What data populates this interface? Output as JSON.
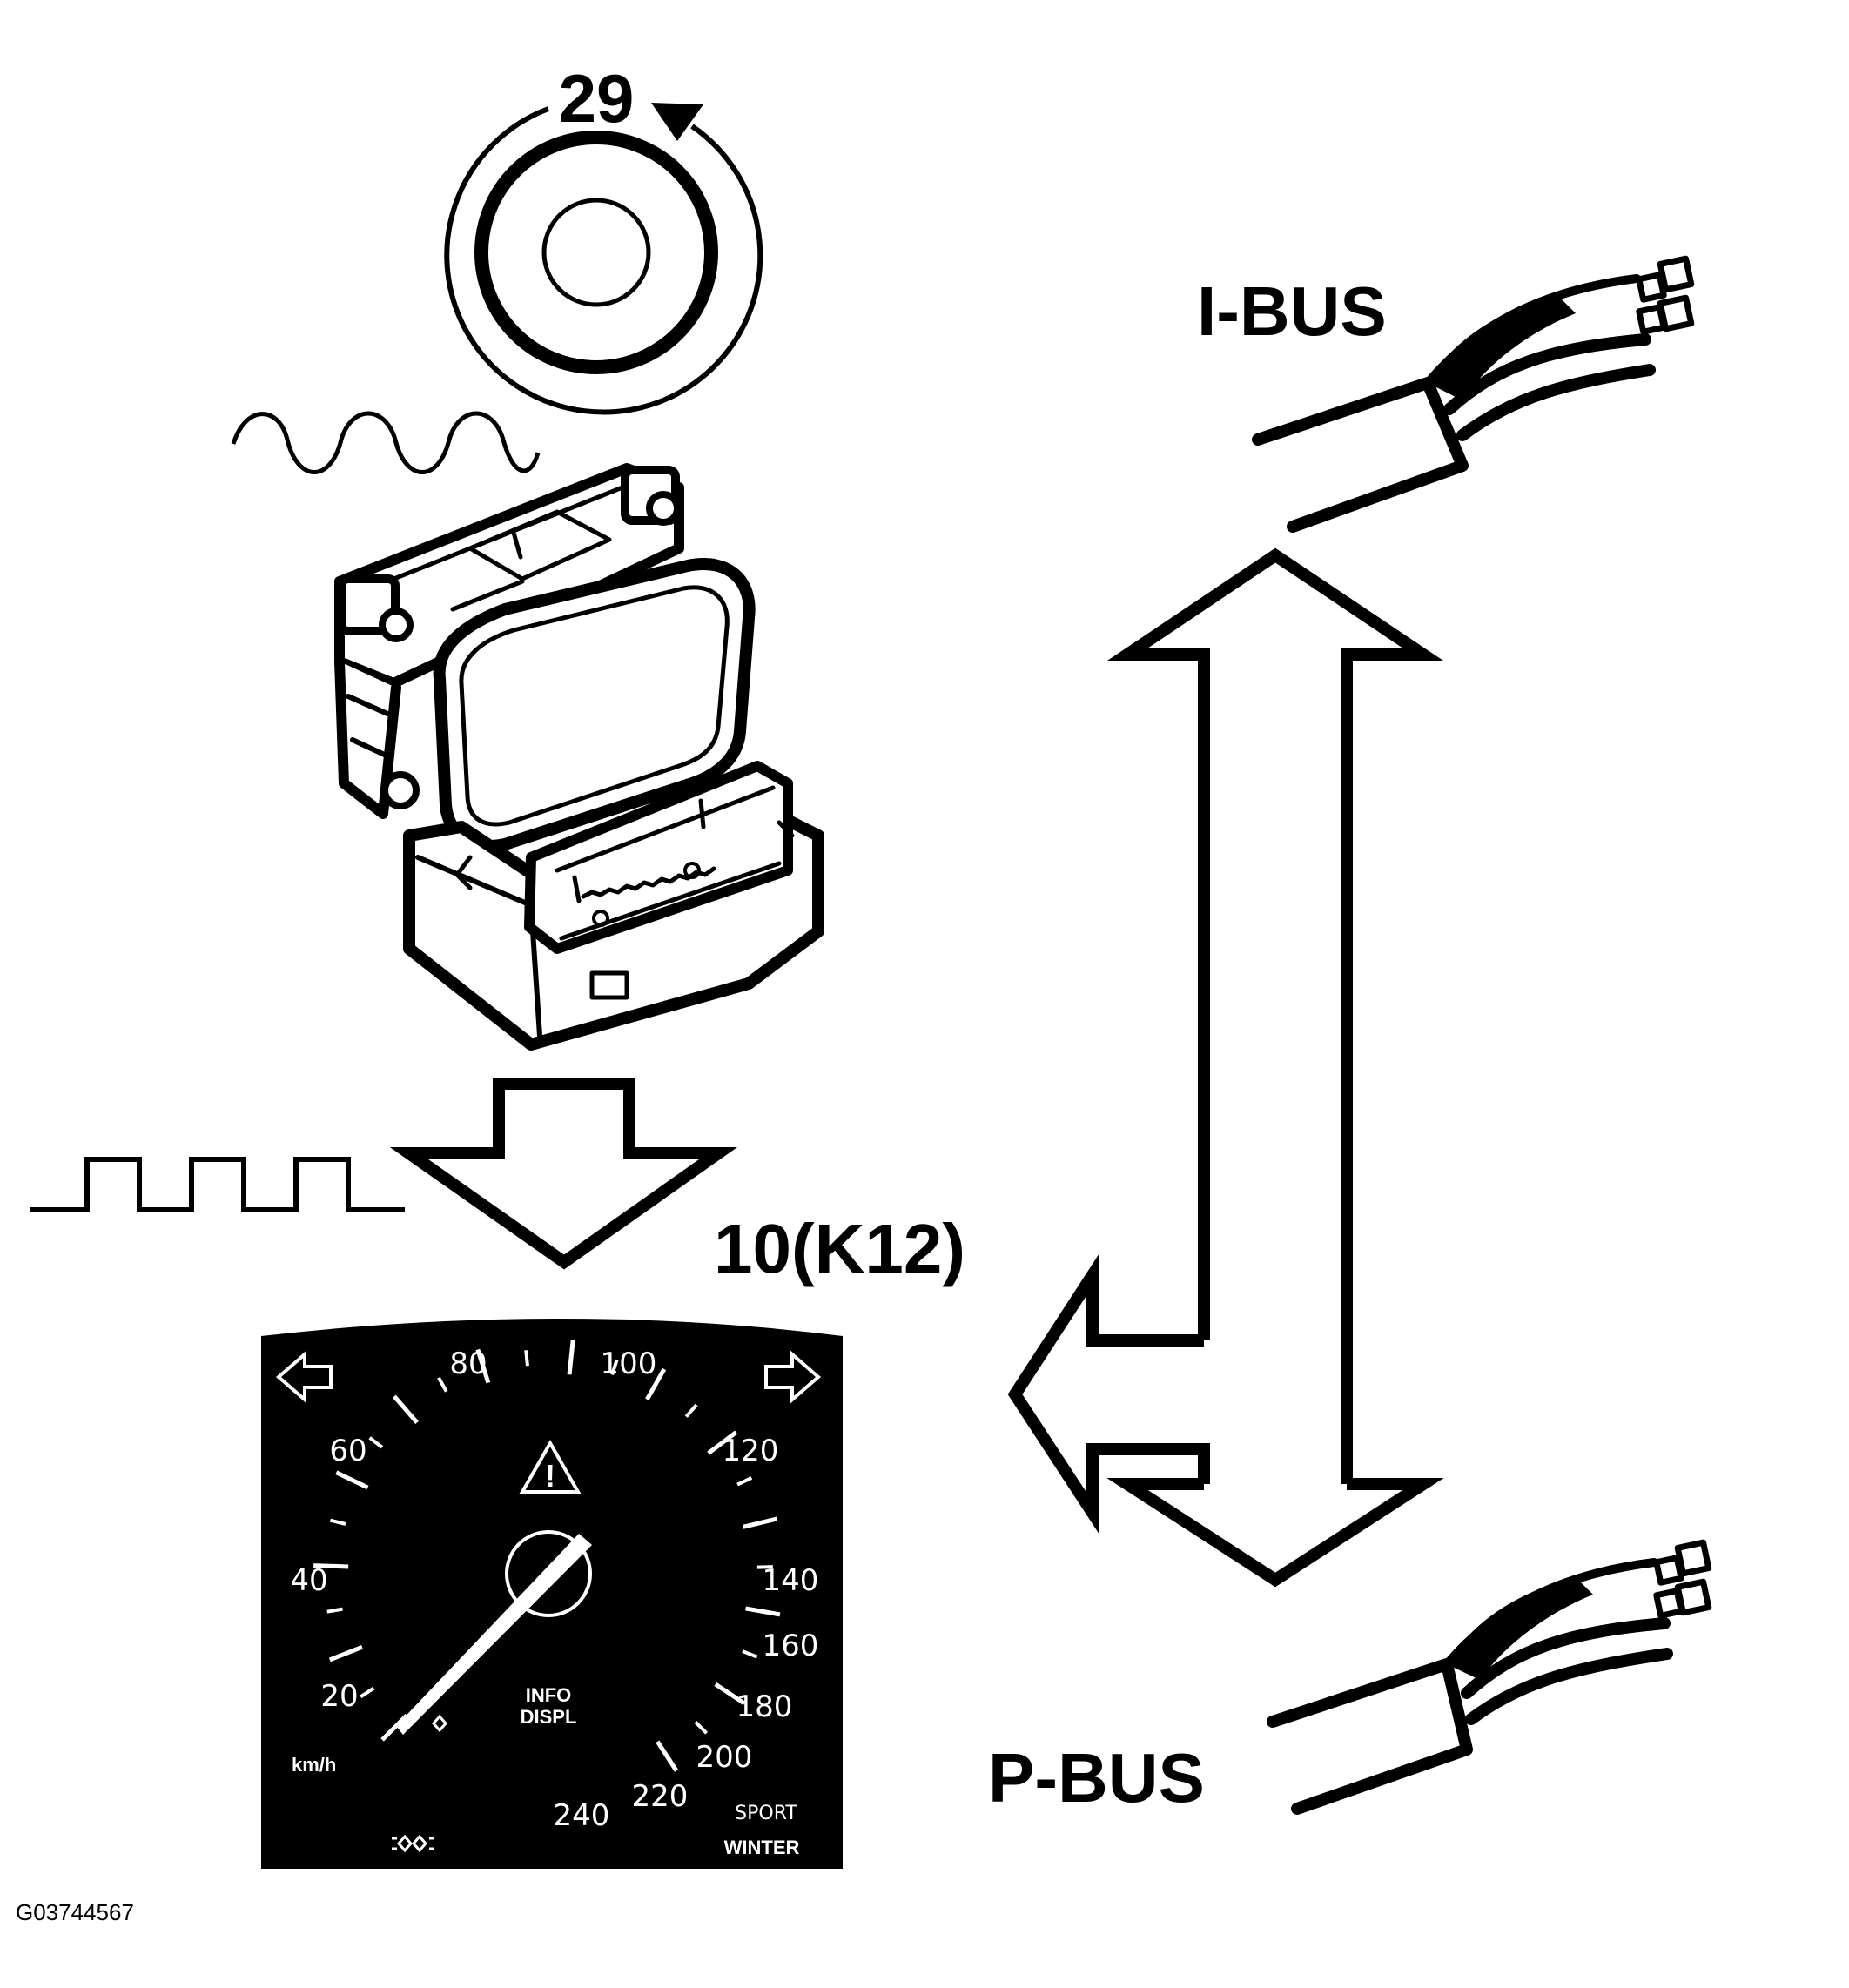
{
  "labels": {
    "wheel_sensor_number": "29",
    "module_label": "10(K12)",
    "ibus": "I-BUS",
    "pbus": "P-BUS",
    "figure_code": "G03744567"
  },
  "cluster": {
    "speed_scale": [
      "20",
      "40",
      "60",
      "80",
      "100",
      "120",
      "140",
      "160",
      "180",
      "200",
      "220",
      "240"
    ],
    "unit": "km/h",
    "info_line1": "INFO",
    "info_line2": "DISPL",
    "mode_sport": "SPORT",
    "mode_winter": "WINTER",
    "warning_mark": "!"
  },
  "icons": {
    "wheel": "wheel-speed-sensor-icon",
    "sine": "sine-wave-icon",
    "square": "square-wave-icon",
    "abs": "abs-control-module-icon",
    "connector": "bus-connector-icon",
    "warning": "warning-triangle-icon",
    "turn": "turn-signal-arrow-icon"
  }
}
